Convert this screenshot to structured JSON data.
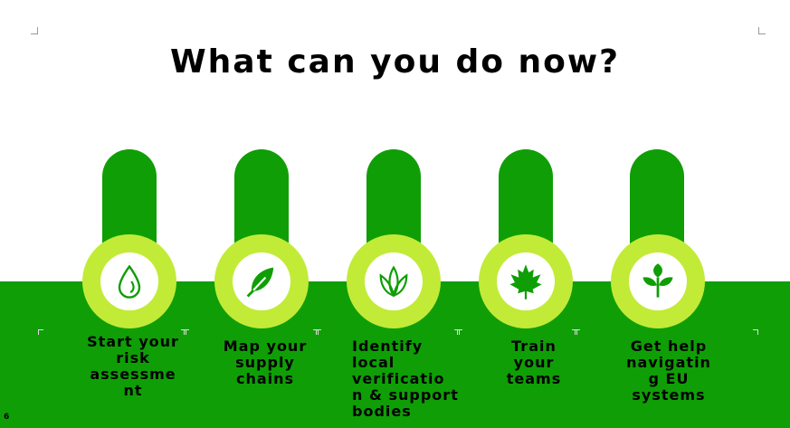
{
  "slide": {
    "title": "What can you do now?",
    "page_number": "6"
  },
  "colors": {
    "green": "#0f9e06",
    "lime": "#c2eb37",
    "white": "#ffffff"
  },
  "steps": [
    {
      "icon": "water-drop-icon",
      "label": "Start your risk assessme nt"
    },
    {
      "icon": "leaf-feather-icon",
      "label": "Map your supply chains"
    },
    {
      "icon": "plant-sprout-icon",
      "label": " Identify local verificatio n & support bodies"
    },
    {
      "icon": "maple-leaf-icon",
      "label": "Train your teams"
    },
    {
      "icon": "seedling-icon",
      "label": "Get help navigatin g EU systems"
    }
  ]
}
